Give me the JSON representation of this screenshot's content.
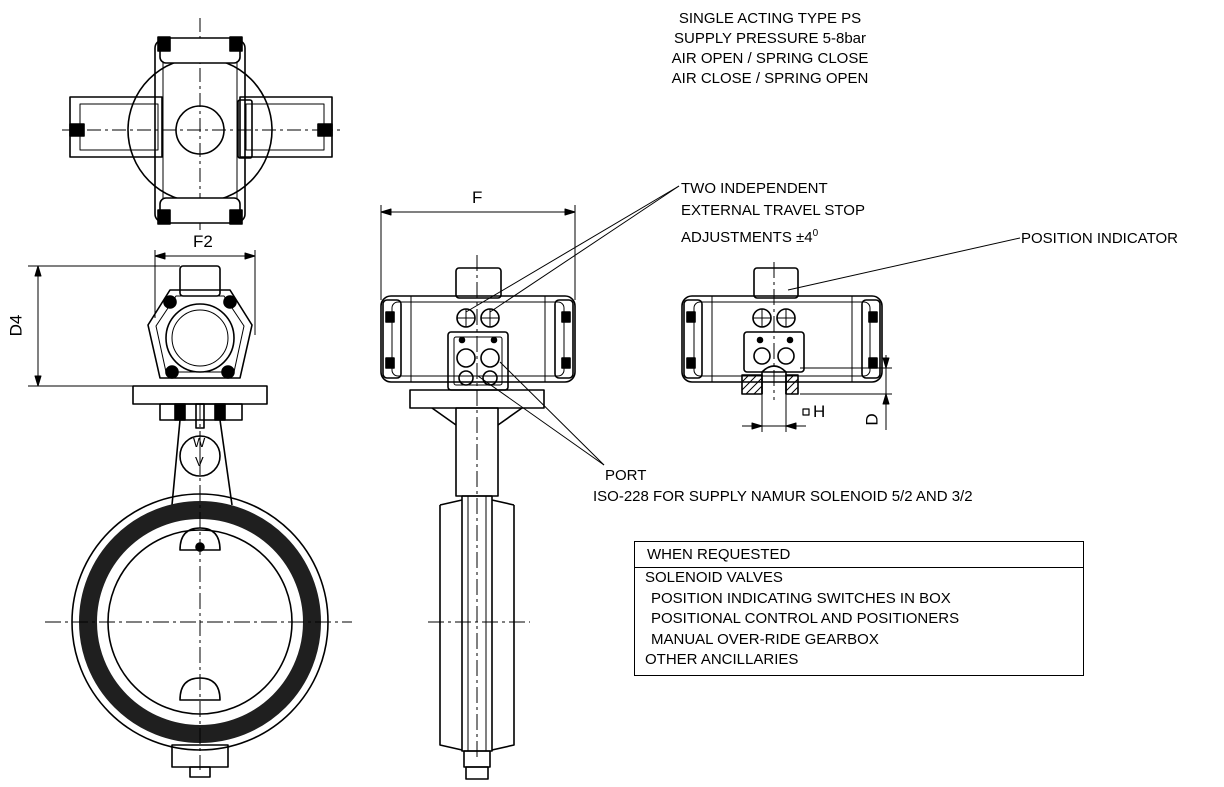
{
  "spec_notes": [
    "SINGLE ACTING TYPE PS",
    "SUPPLY PRESSURE 5-8bar",
    "AIR OPEN / SPRING CLOSE",
    "AIR CLOSE / SPRING OPEN"
  ],
  "dimensions": {
    "f2": "F2",
    "d4": "D4",
    "f": "F",
    "h": "H",
    "d": "D"
  },
  "callouts": {
    "travel_stop": [
      "TWO INDEPENDENT",
      "EXTERNAL TRAVEL STOP",
      "ADJUSTMENTS ±4"
    ],
    "travel_stop_superscript": "0",
    "position_indicator": "POSITION INDICATOR",
    "port": "PORT",
    "port_detail": "ISO-228 FOR SUPPLY NAMUR SOLENOID 5/2 AND 3/2"
  },
  "options_table": {
    "header": "WHEN REQUESTED",
    "rows": [
      "SOLENOID VALVES",
      "POSITION INDICATING SWITCHES IN BOX",
      "POSITIONAL CONTROL AND POSITIONERS",
      "MANUAL OVER-RIDE GEARBOX",
      "OTHER ANCILLARIES"
    ]
  }
}
